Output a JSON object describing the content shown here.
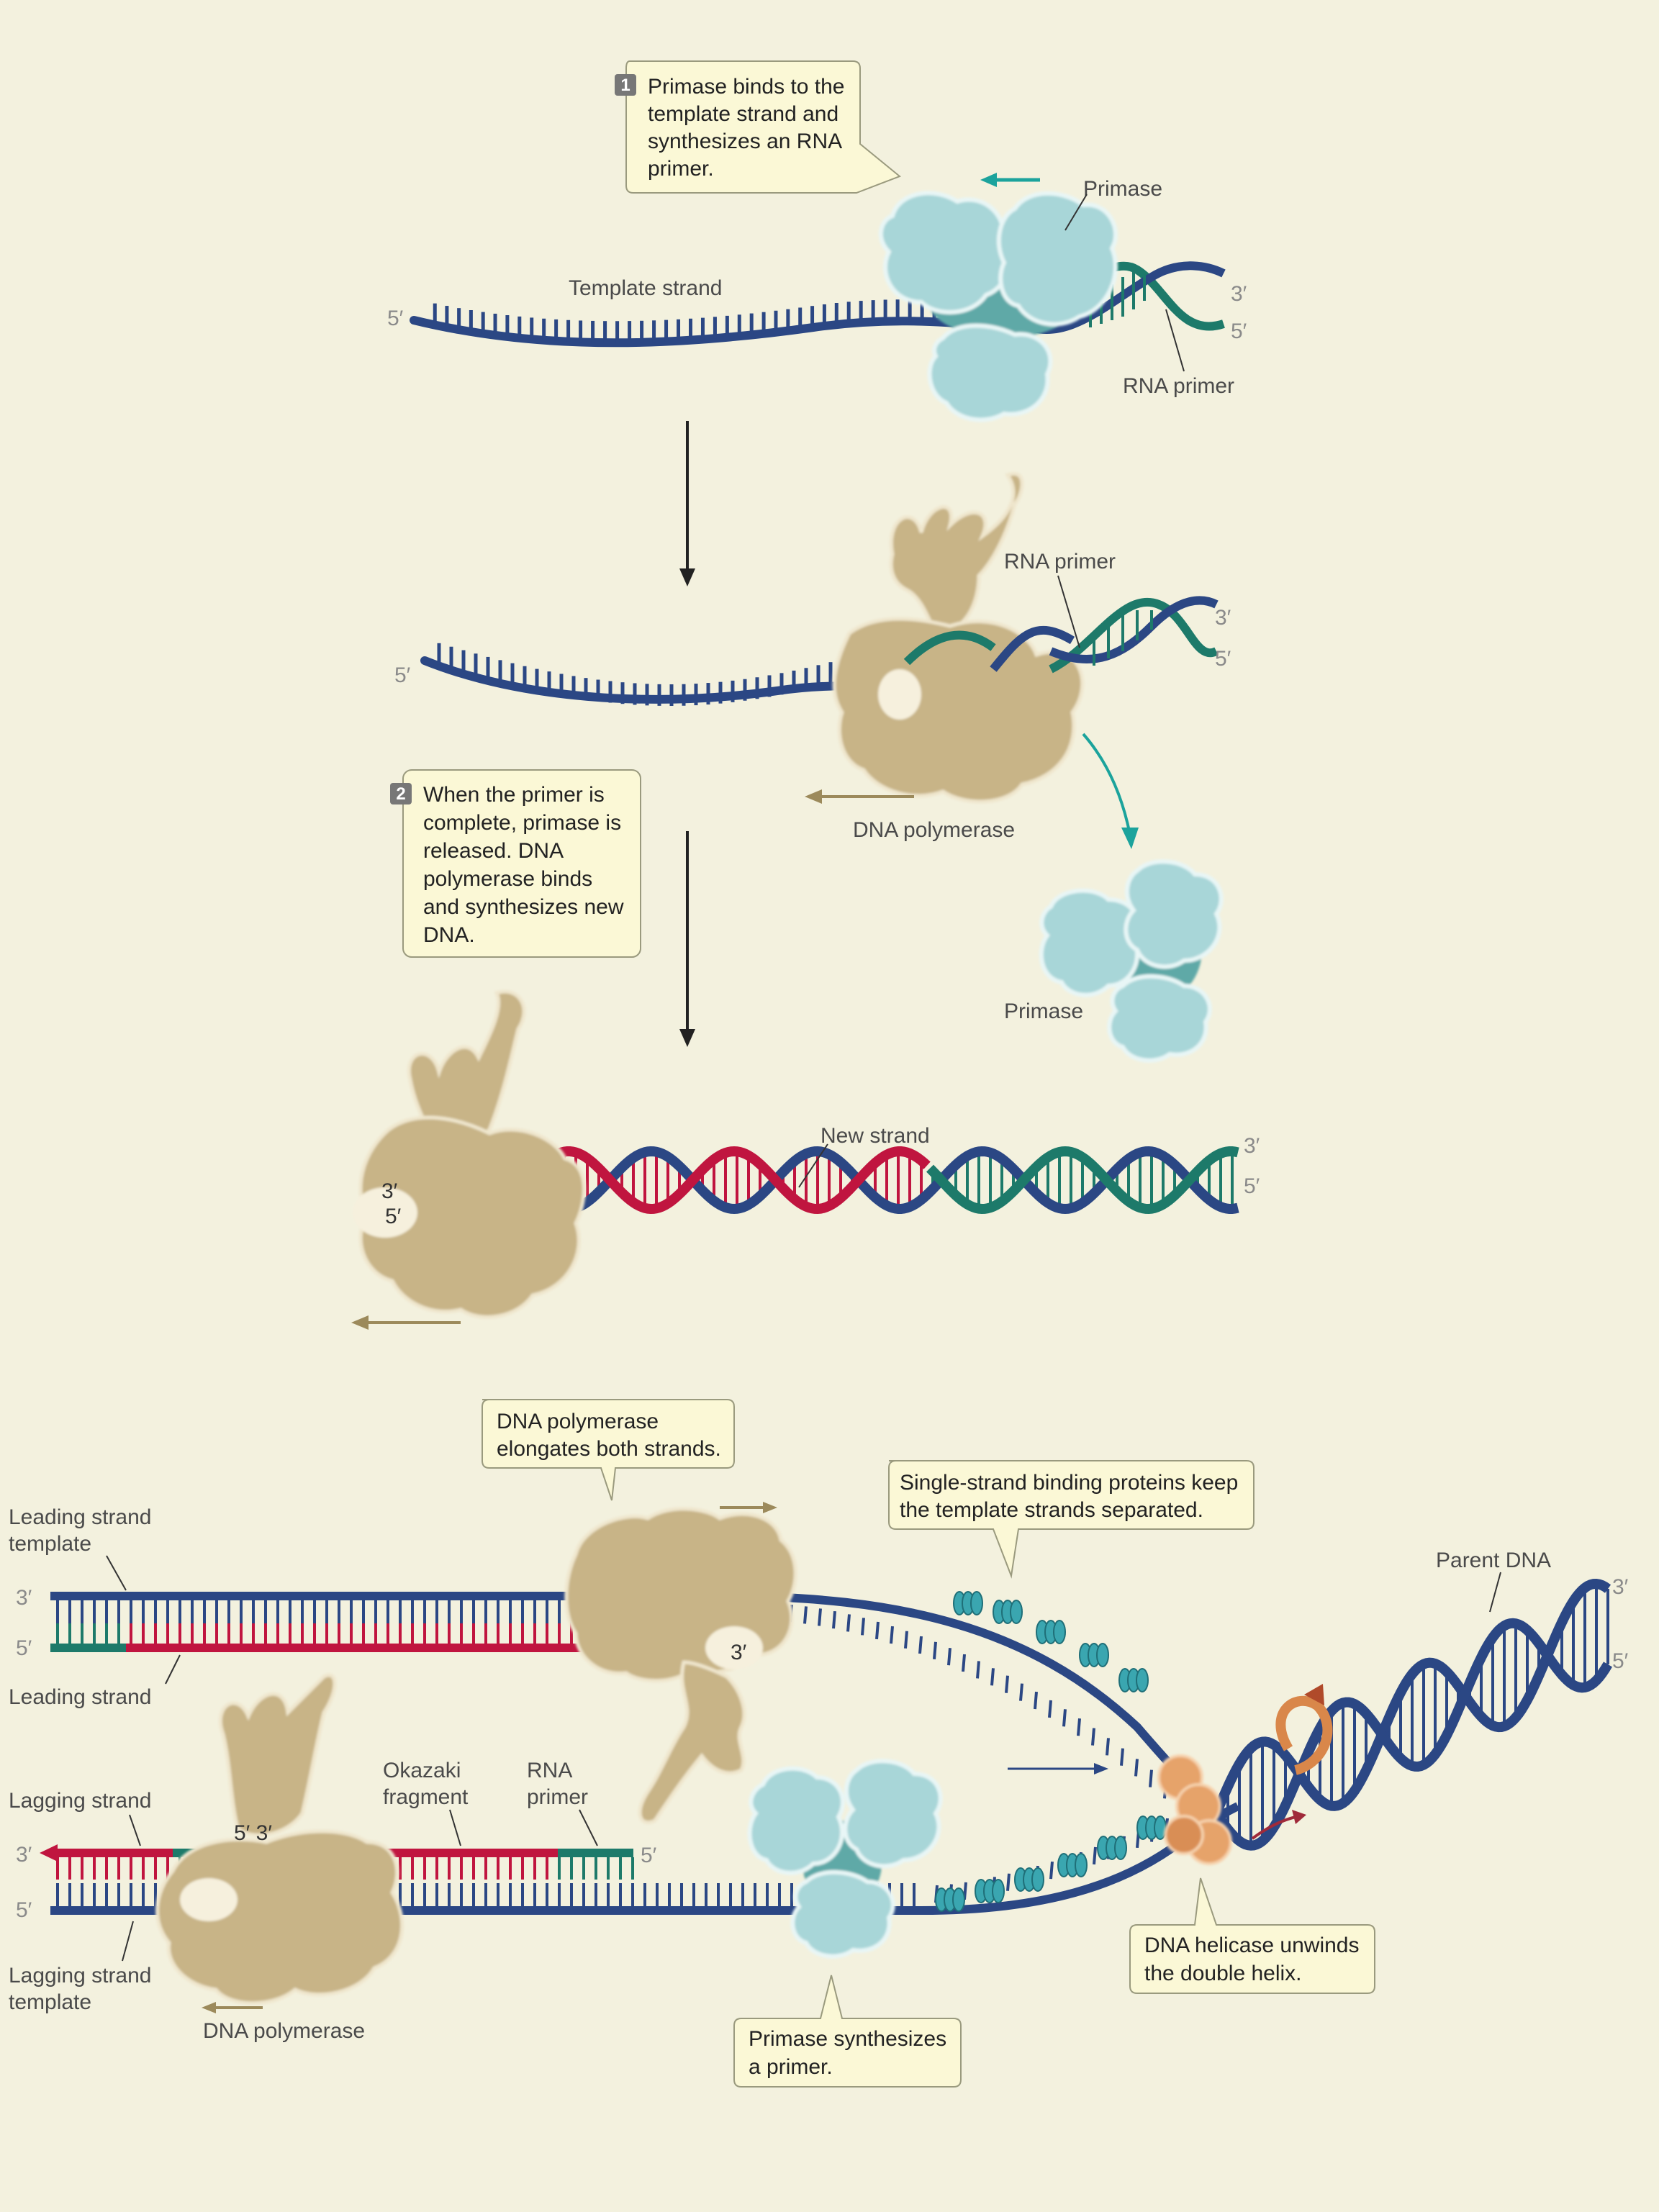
{
  "colors": {
    "background": "#f3f1de",
    "template_strand": "#2b4784",
    "rna_primer": "#1d7a6a",
    "new_strand": "#c0153f",
    "primase": "#9fd0d3",
    "dna_polymerase": "#c8b487",
    "ssb_protein": "#3aa6b0",
    "helicase": "#e6a36a",
    "caption_box": "#fbf8d6"
  },
  "step1": {
    "number": "1",
    "caption": [
      "Primase binds to the",
      "template strand and",
      "synthesizes an RNA",
      "primer."
    ],
    "labels": {
      "template_strand": "Template strand",
      "primase": "Primase",
      "rna_primer": "RNA primer",
      "five_prime": "5′",
      "three_prime": "3′",
      "five_prime_right": "5′"
    }
  },
  "step2": {
    "number": "2",
    "caption": [
      "When the primer is",
      "complete, primase is",
      "released. DNA",
      "polymerase binds",
      "and synthesizes new",
      "DNA."
    ],
    "labels": {
      "rna_primer": "RNA primer",
      "dna_polymerase": "DNA polymerase",
      "primase": "Primase",
      "five_prime": "5′",
      "three_prime": "3′",
      "five_prime_right": "5′"
    }
  },
  "step3": {
    "labels": {
      "new_strand": "New strand",
      "three_prime_left": "3′",
      "five_prime_left": "5′",
      "three_prime_right": "3′",
      "five_prime_right": "5′"
    }
  },
  "fork": {
    "callouts": {
      "polymerase": [
        "DNA polymerase",
        "elongates both strands."
      ],
      "ssb": [
        "Single-strand binding proteins keep",
        "the template strands separated."
      ],
      "helicase": [
        "DNA helicase unwinds",
        "the double helix."
      ],
      "primase": [
        "Primase synthesizes",
        "a primer."
      ]
    },
    "labels": {
      "leading_template": [
        "Leading strand",
        "template"
      ],
      "leading_strand": "Leading strand",
      "lagging_strand": "Lagging strand",
      "okazaki": [
        "Okazaki",
        "fragment"
      ],
      "rna_primer": [
        "RNA",
        "primer"
      ],
      "lagging_template": [
        "Lagging strand",
        "template"
      ],
      "dna_polymerase": "DNA polymerase",
      "parent_dna": "Parent DNA",
      "three_prime": "3′",
      "five_prime": "5′",
      "okazaki_ends": "5′ 3′"
    }
  }
}
